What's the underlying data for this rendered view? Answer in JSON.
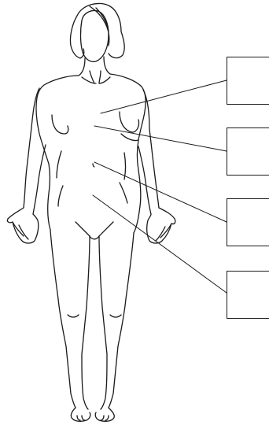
{
  "figure": {
    "subject": "female-body-front-outline",
    "line_color": "#1a1a1a",
    "background": "#ffffff"
  },
  "labels": [
    {
      "id": "label-1",
      "text": ""
    },
    {
      "id": "label-2",
      "text": ""
    },
    {
      "id": "label-3",
      "text": ""
    },
    {
      "id": "label-4",
      "text": ""
    }
  ]
}
